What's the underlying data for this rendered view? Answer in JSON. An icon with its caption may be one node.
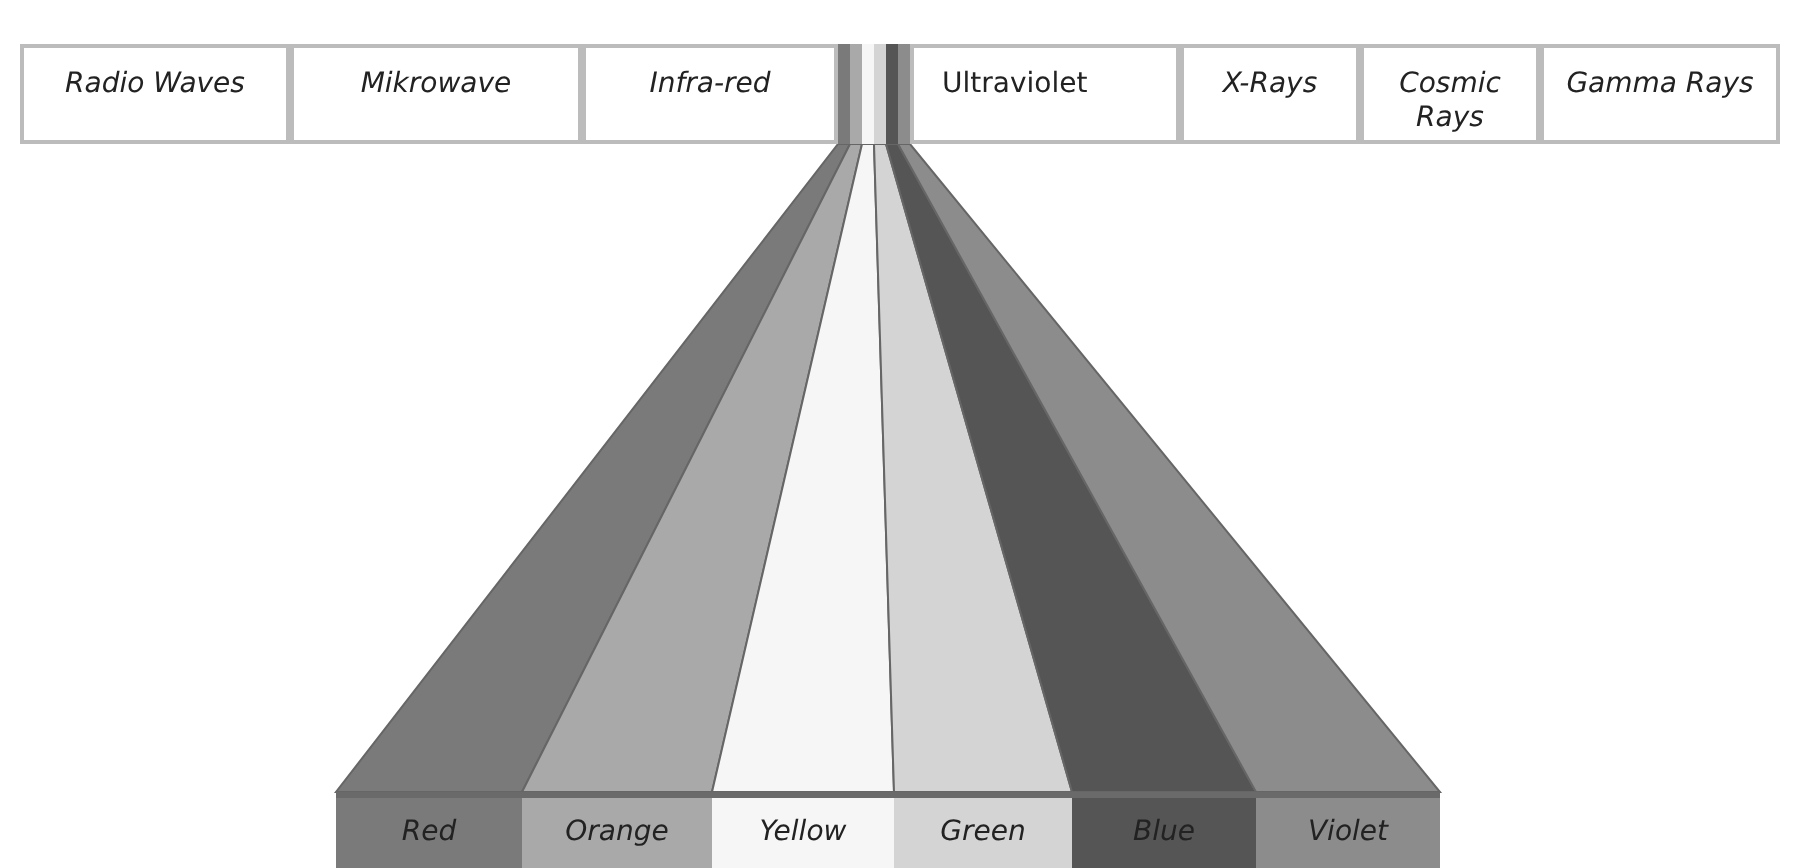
{
  "diagram": {
    "nodes": [
      {
        "text": [
          "Radio Waves"
        ]
      },
      {
        "text": [
          "Mikrowave"
        ]
      },
      {
        "text": [
          "Infra-red"
        ]
      },
      {
        "text": [],
        "shape": "bar"
      },
      {
        "text": [
          "Ultraviolet"
        ]
      },
      {
        "text": [
          "X-Rays"
        ]
      },
      {
        "text": [
          "Cosmic Rays"
        ]
      },
      {
        "text": [
          "Gamma Rays"
        ]
      },
      {
        "text": [
          "Red"
        ]
      },
      {
        "text": [
          "Orange"
        ]
      },
      {
        "text": [
          "Yellow"
        ]
      },
      {
        "text": [
          "Green"
        ]
      },
      {
        "text": [
          "Blue"
        ]
      },
      {
        "text": [
          "Violet"
        ]
      }
    ],
    "edges": [
      {
        "from": 3,
        "to": 8,
        "arrow": "none"
      },
      {
        "from": 3,
        "to": 9,
        "arrow": "none"
      },
      {
        "from": 3,
        "to": 10,
        "arrow": "none"
      },
      {
        "from": 3,
        "to": 11,
        "arrow": "none"
      },
      {
        "from": 3,
        "to": 12,
        "arrow": "none"
      },
      {
        "from": 3,
        "to": 13,
        "arrow": "none"
      }
    ]
  }
}
